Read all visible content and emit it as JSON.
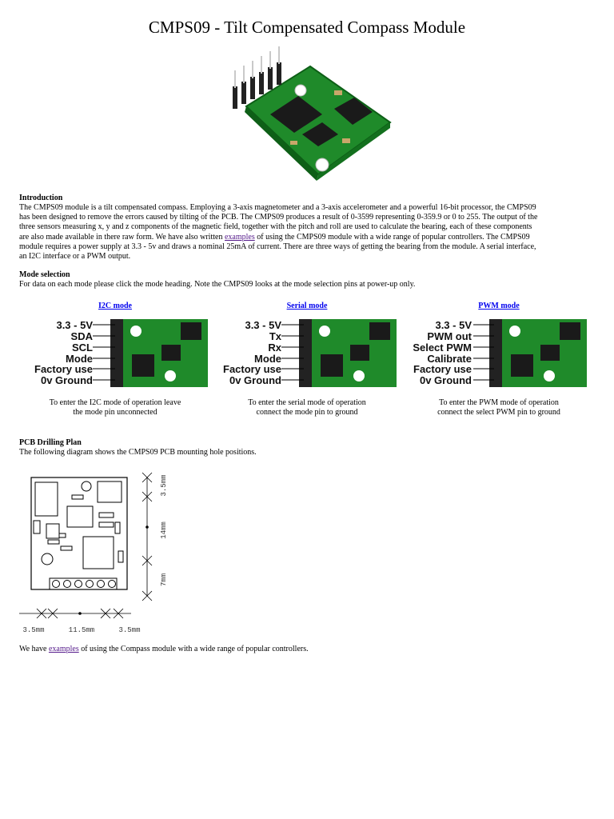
{
  "title": "CMPS09 - Tilt Compensated Compass Module",
  "intro": {
    "heading": "Introduction",
    "lines": [
      "The CMPS09 module is a tilt compensated compass. Employing a 3-axis magnetometer and a 3-axis accelerometer and a powerful 16-bit processor, the CMPS09",
      "has been designed to remove the errors caused by tilting of the PCB. The CMPS09 produces a result of 0-3599 representing 0-359.9 or 0 to 255. The output of the",
      "three sensors measuring x, y and z components of the magnetic field, together with the pitch and roll are used to calculate the bearing, each of these components"
    ],
    "line4_before": "are also made available in there raw form. We have also written ",
    "link_text": "examples",
    "line4_after": " of using the CMPS09 module with a wide range of popular controllers. The CMPS09",
    "line5": "module requires a power supply at  3.3 - 5v and draws a nominal 25mA of current. There are three ways of getting the bearing from the module. A serial interface,",
    "line6": "an I2C interface or a PWM output."
  },
  "mode_selection": {
    "heading": "Mode selection",
    "text": "For data on each mode please click the mode heading. Note the CMPS09 looks at the mode selection pins at power-up only.",
    "modes": [
      {
        "link": "I2C mode",
        "pins": [
          "3.3 - 5V",
          "SDA",
          "SCL",
          "Mode",
          "Factory use",
          "0v Ground"
        ],
        "caption1": "To enter the I2C mode of operation leave",
        "caption2": "the mode pin unconnected"
      },
      {
        "link": "Serial mode",
        "pins": [
          "3.3 - 5V",
          "Tx",
          "Rx",
          "Mode",
          "Factory use",
          "0v Ground"
        ],
        "caption1": "To enter the serial mode of operation",
        "caption2": "connect the mode pin to ground"
      },
      {
        "link": "PWM mode",
        "pins": [
          "3.3 - 5V",
          "PWM out",
          "Select PWM",
          "Calibrate",
          "Factory use",
          "0v Ground"
        ],
        "caption1": "To enter the PWM mode of operation",
        "caption2": "connect the select PWM pin to ground"
      }
    ]
  },
  "drilling": {
    "heading": "PCB Drilling Plan",
    "text": "The following diagram shows the CMPS09 PCB mounting hole positions.",
    "dims_v": [
      "3.5mm",
      "14mm",
      "7mm"
    ],
    "dims_h": [
      "3.5mm",
      "11.5mm",
      "3.5mm"
    ]
  },
  "footer": {
    "before": "We have ",
    "link_text": "examples",
    "after": " of using the Compass module with a wide range of popular controllers."
  }
}
